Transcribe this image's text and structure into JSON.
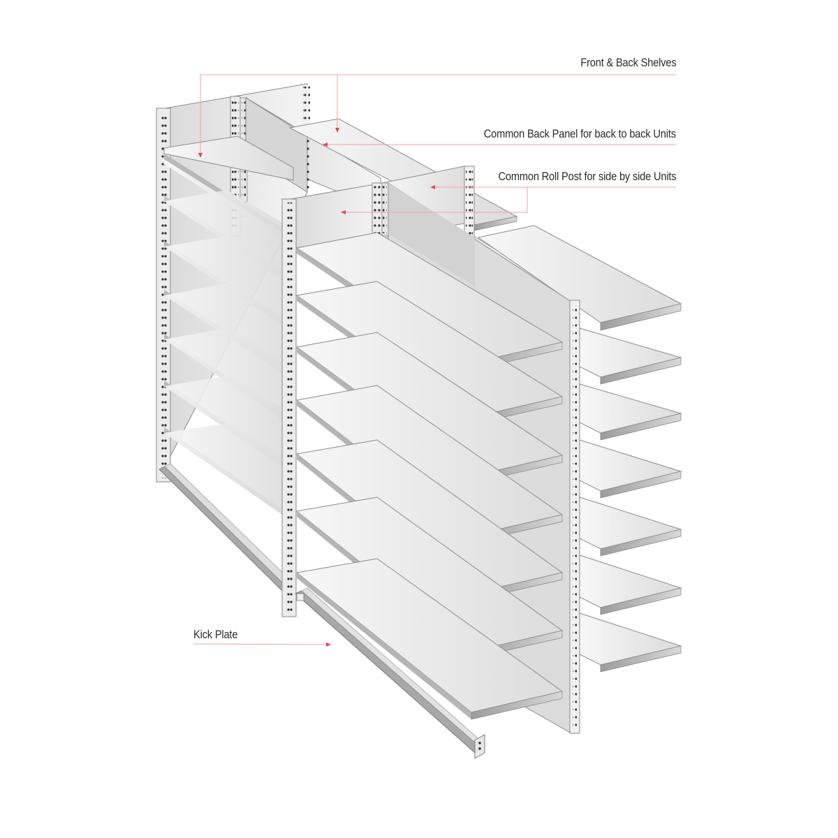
{
  "diagram": {
    "title": "Back-to-back and side-by-side gondola shelving units",
    "colors": {
      "background": "#ffffff",
      "leader_line": "#e8464c",
      "leader_line_light": "#f3a0a3",
      "panel_light": "#f4f4f4",
      "panel_mid": "#e2e2e2",
      "panel_dark": "#cfcfcf",
      "shelf_edge": "#bdbdbd",
      "outline": "#8a8a8a",
      "hole": "#2b2b2b",
      "label_text": "#2a2a2a"
    },
    "labels": [
      {
        "id": "front-back-shelves",
        "text": "Front & Back Shelves"
      },
      {
        "id": "common-back-panel",
        "text": "Common Back Panel for back to back Units"
      },
      {
        "id": "common-roll-post",
        "text": "Common Roll Post for side by side Units"
      },
      {
        "id": "kick-plate",
        "text": "Kick Plate"
      }
    ],
    "components": {
      "rear_unit_shelves": 7,
      "front_unit_shelves": 7,
      "side_unit_shelves": 7
    }
  }
}
